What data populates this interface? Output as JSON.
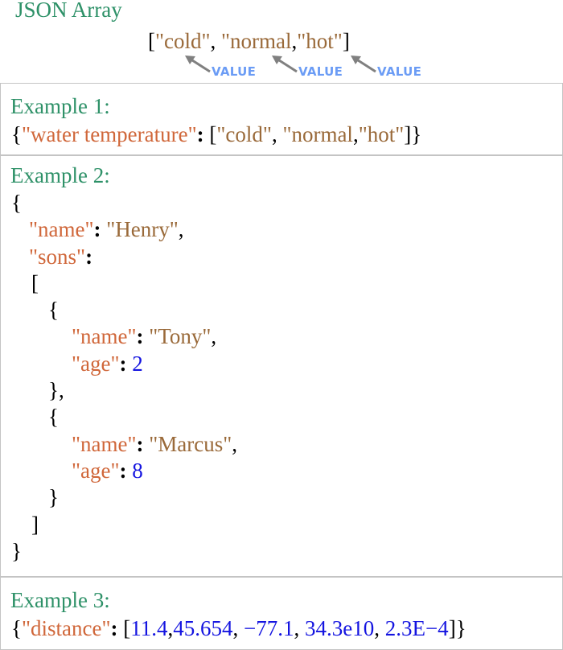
{
  "title": "JSON Array",
  "array_example": {
    "open": "[",
    "items": [
      "\"cold\"",
      "\"normal,\"hot\""
    ],
    "item1": "\"cold\"",
    "sep1": ", ",
    "item2": "\"normal",
    "sep2": ",",
    "item3": "\"hot\"",
    "close": "]",
    "annotations": [
      "VALUE",
      "VALUE",
      "VALUE"
    ],
    "annotation_color": "#6b9cf5",
    "arrow_color": "#808080"
  },
  "examples": [
    {
      "label": "Example 1:",
      "lines": {
        "open": "{",
        "key": "\"water temperature\"",
        "colon": ":",
        "arr_open": " [",
        "v1": "\"cold\"",
        "s1": ", ",
        "v2": "\"normal",
        "s2": ",",
        "v3": "\"hot\"",
        "arr_close": "]",
        "close": "}"
      }
    },
    {
      "label": "Example 2:",
      "lines": {
        "l1": "{",
        "name_key": "\"name\"",
        "name_val": "\"Henry\"",
        "sons_key": "\"sons\"",
        "arr_open": "[",
        "obj1_open": "{",
        "obj1_name_key": "\"name\"",
        "obj1_name_val": "\"Tony\"",
        "obj1_age_key": "\"age\"",
        "obj1_age_val": "2",
        "obj1_close": "},",
        "obj2_open": "{",
        "obj2_name_key": "\"name\"",
        "obj2_name_val": "\"Marcus\"",
        "obj2_age_key": "\"age\"",
        "obj2_age_val": "8",
        "obj2_close": "}",
        "arr_close": "]",
        "close": "}"
      }
    },
    {
      "label": "Example 3:",
      "lines": {
        "open": "{",
        "key": "\"distance\"",
        "colon": ":",
        "arr_open": " [",
        "nums": [
          "11.4",
          "45.654",
          "−77.1",
          "34.3e10",
          "2.3E−4"
        ],
        "n1": "11.4",
        "n2": "45.654",
        "n3": "−77.1",
        "n4": "34.3e10",
        "n5": "2.3E−4",
        "arr_close": "]",
        "close": "}"
      }
    }
  ],
  "colors": {
    "heading": "#2e9168",
    "key": "#d0673a",
    "string": "#9a6a3a",
    "number": "#1414e0",
    "border": "#c4c4c4"
  }
}
